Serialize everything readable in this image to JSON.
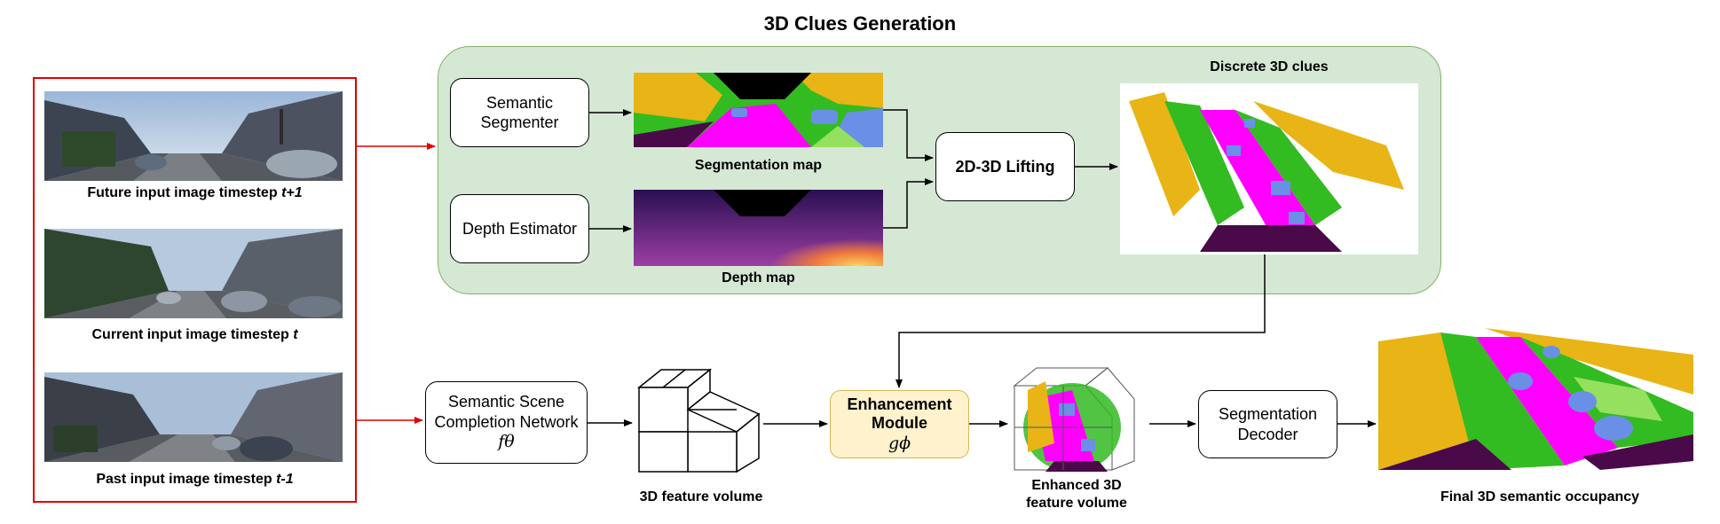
{
  "title": "3D Clues Generation",
  "inputs": {
    "future_caption": "Future input image timestep",
    "future_t": "t+1",
    "current_caption": "Current input image timestep",
    "current_t": "t",
    "past_caption": "Past input image timestep",
    "past_t": "t-1"
  },
  "clues": {
    "semantic_segmenter": "Semantic Segmenter",
    "depth_estimator": "Depth Estimator",
    "segmentation_map": "Segmentation map",
    "depth_map": "Depth map",
    "lifting": "2D-3D Lifting",
    "discrete_clues": "Discrete 3D clues"
  },
  "pipeline": {
    "ssc_line1": "Semantic Scene",
    "ssc_line2": "Completion Network",
    "ssc_symbol": "fθ",
    "feature_volume": "3D feature volume",
    "enh_line1": "Enhancement",
    "enh_line2": "Module",
    "enh_symbol": "gϕ",
    "enhanced_line1": "Enhanced 3D",
    "enhanced_line2": "feature volume",
    "decoder_line1": "Segmentation",
    "decoder_line2": "Decoder",
    "final": "Final 3D semantic occupancy"
  },
  "colors": {
    "road": "#ff00ff",
    "vegetation": "#33bb22",
    "building": "#e8b416",
    "car": "#6a8fe6",
    "ground": "#4a0a4a",
    "terrain": "#96e060",
    "panel_fill": "#d5e8d4",
    "panel_border": "#82b366",
    "enh_fill": "#fff2cc",
    "enh_border": "#d6b656",
    "input_frame": "#e00000"
  }
}
